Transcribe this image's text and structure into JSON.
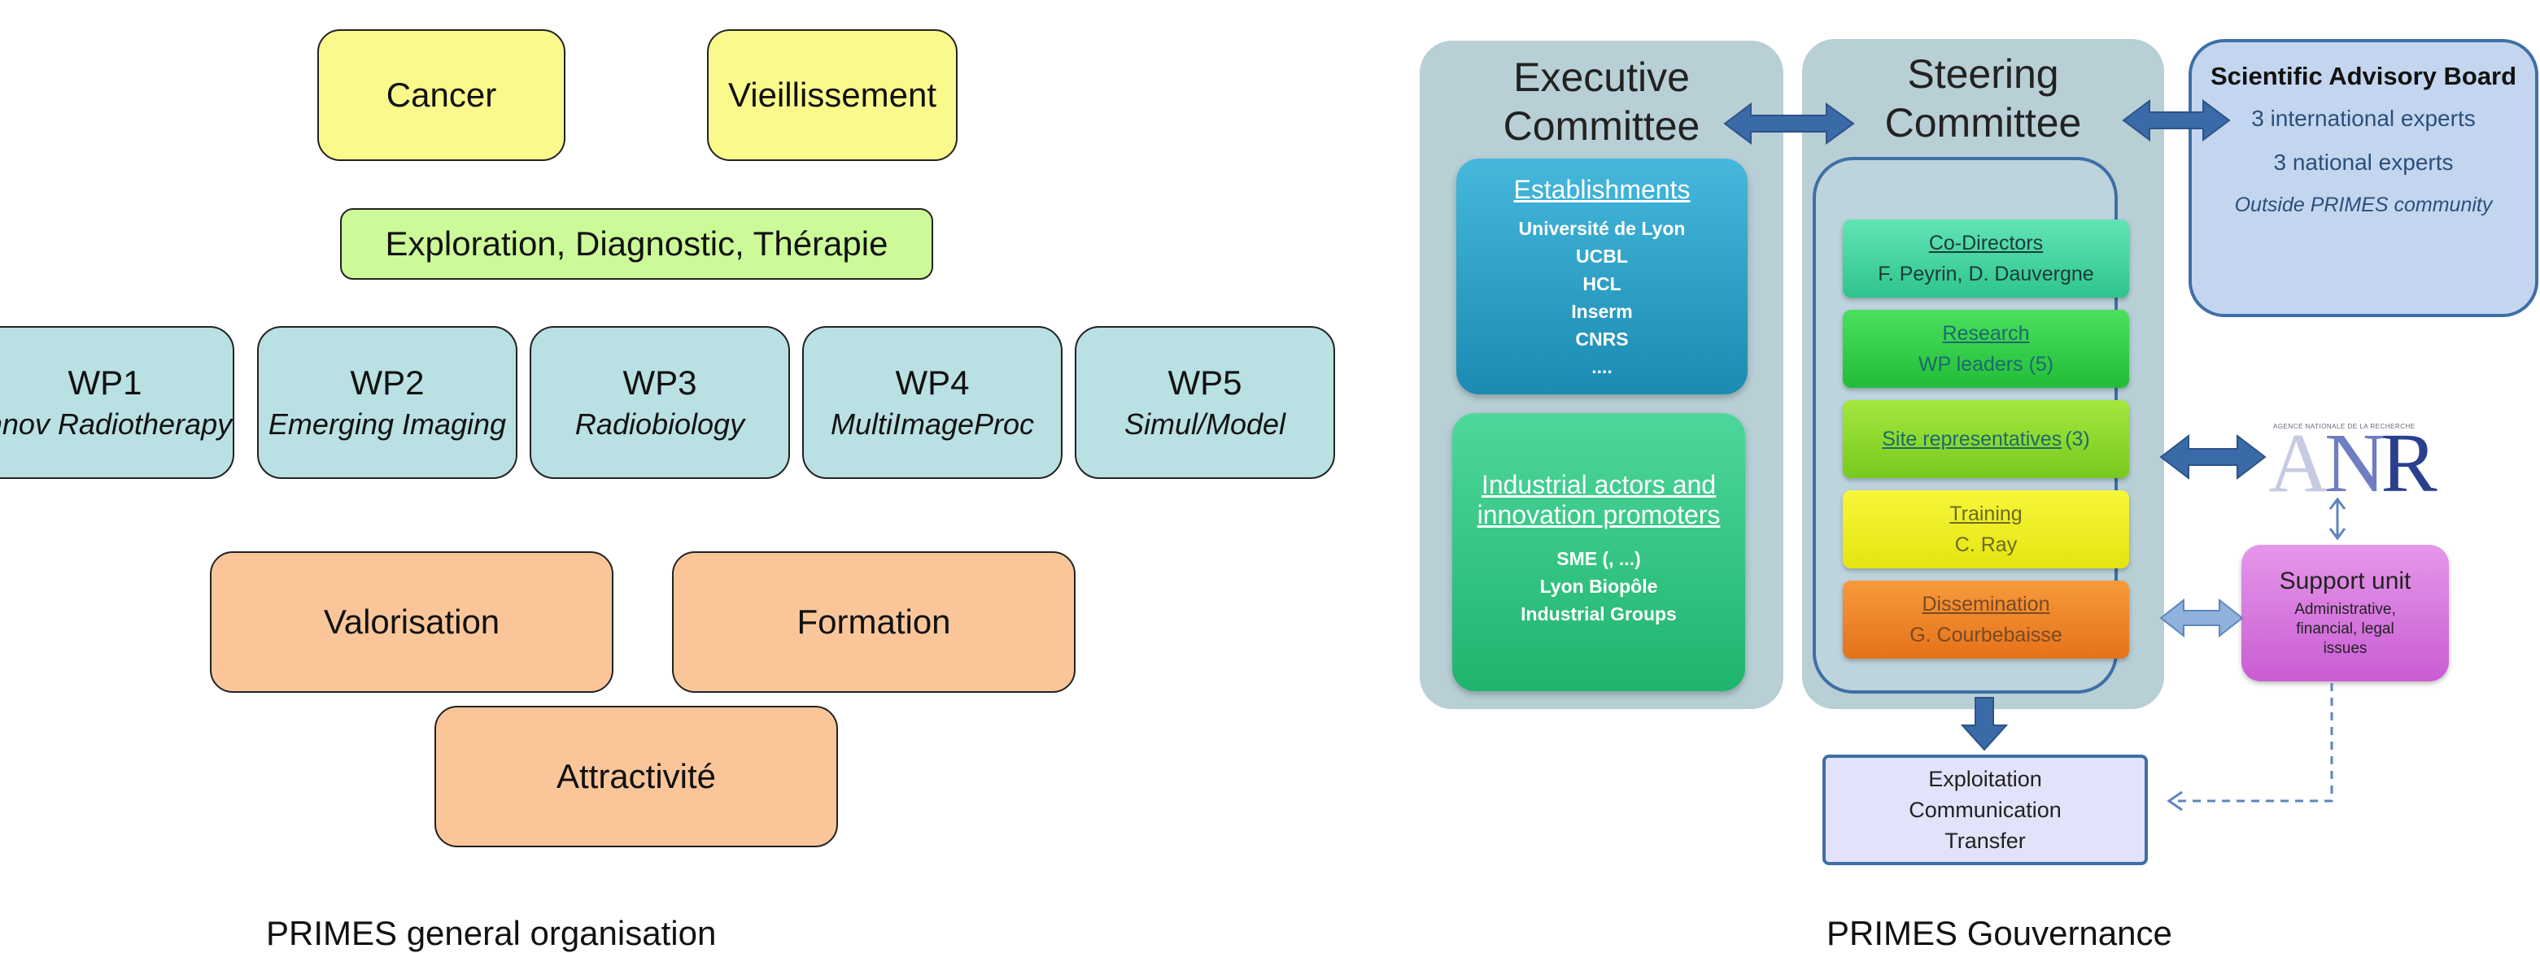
{
  "left": {
    "themes": [
      "Cancer",
      "Vieillissement"
    ],
    "exploration": "Exploration, Diagnostic, Thérapie",
    "wps": [
      {
        "title": "WP1",
        "subtitle": "Innov Radiotherapy"
      },
      {
        "title": "WP2",
        "subtitle": "Emerging  Imaging"
      },
      {
        "title": "WP3",
        "subtitle": "Radiobiology"
      },
      {
        "title": "WP4",
        "subtitle": "MultiImageProc"
      },
      {
        "title": "WP5",
        "subtitle": "Simul/Model"
      }
    ],
    "outcomes": [
      "Valorisation",
      "Formation",
      "Attractivité"
    ],
    "caption": "PRIMES general organisation"
  },
  "right": {
    "executive": {
      "title": [
        "Executive",
        "Committee"
      ],
      "establishments": {
        "heading": "Establishments",
        "items": [
          "Université de Lyon",
          "UCBL",
          "HCL",
          "Inserm",
          "CNRS",
          "...."
        ]
      },
      "industrial": {
        "heading": [
          "Industrial actors and",
          "innovation promoters"
        ],
        "items": [
          "SME (, ...)",
          "Lyon Biopôle",
          "Industrial Groups"
        ]
      }
    },
    "steering": {
      "title": [
        "Steering",
        "Committee"
      ],
      "bars": [
        {
          "heading": "Co-Directors",
          "value": "F. Peyrin, D. Dauvergne",
          "color": "#4cd9a8"
        },
        {
          "heading": "Research",
          "value": "WP leaders (5)",
          "color": "#33d44a"
        },
        {
          "heading": "Site representatives",
          "value": "(3)",
          "color": "#8fdc2c"
        },
        {
          "heading": "Training",
          "value": "C. Ray",
          "color": "#f2f21c"
        },
        {
          "heading": "Dissemination",
          "value": "G. Courbebaisse",
          "color": "#f0831e"
        }
      ]
    },
    "advisory": {
      "title": "Scientific Advisory Board",
      "lines": [
        "3 international experts",
        "3 national experts"
      ],
      "note": "Outside PRIMES community"
    },
    "anr": {
      "logo_letters": "ANR",
      "tagline": "AGENCE NATIONALE DE LA RECHERCHE"
    },
    "support": {
      "title": "Support unit",
      "lines": [
        "Administrative,",
        "financial, legal",
        "issues"
      ]
    },
    "exploitation": [
      "Exploitation",
      "Communication",
      "Transfer"
    ],
    "caption": "PRIMES Gouvernance"
  },
  "colors": {
    "theme_yellow": "#fafa8c",
    "exploration_green": "#ccfa98",
    "wp_teal": "#b9e0e3",
    "outcome_orange": "#fac699",
    "panel_blue": "#b8cfd6",
    "arrow_blue": "#3b6aa8"
  },
  "icons": [
    "double-arrow-icon",
    "down-arrow-icon",
    "dashed-arrow-icon"
  ]
}
